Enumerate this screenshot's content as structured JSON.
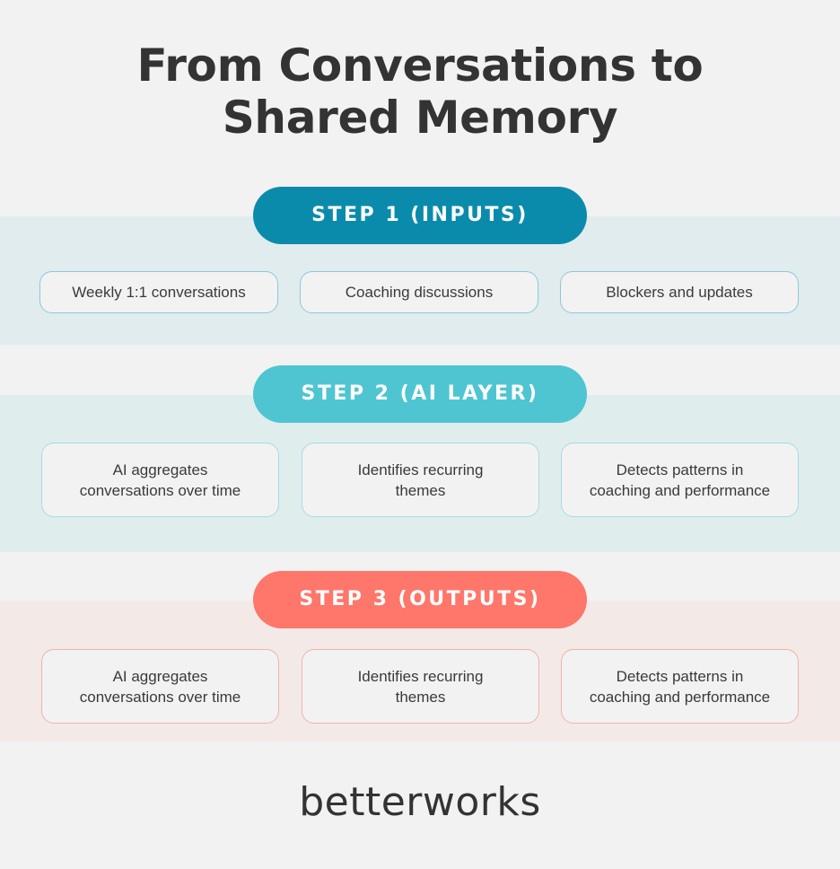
{
  "title": {
    "line1": "From Conversations to",
    "line2": "Shared Memory"
  },
  "colors": {
    "background": "#f2f2f2",
    "step1_pill": "#0b8bab",
    "step1_band": "#e0ecee",
    "step1_border": "#8ec8da",
    "step2_pill": "#50c5d2",
    "step2_band": "#e0eded",
    "step2_border": "#a6dce3",
    "step3_pill": "#ff766a",
    "step3_band": "#f3eae8",
    "step3_border": "#f4b1aa",
    "text": "#333333"
  },
  "steps": [
    {
      "label": "STEP 1 (INPUTS)",
      "items": [
        {
          "line1": "Weekly 1:1 conversations",
          "line2": ""
        },
        {
          "line1": "Coaching discussions",
          "line2": ""
        },
        {
          "line1": "Blockers and updates",
          "line2": ""
        }
      ]
    },
    {
      "label": "STEP 2 (AI LAYER)",
      "items": [
        {
          "line1": "AI aggregates",
          "line2": "conversations over time"
        },
        {
          "line1": "Identifies recurring",
          "line2": "themes"
        },
        {
          "line1": "Detects patterns in",
          "line2": "coaching and performance"
        }
      ]
    },
    {
      "label": "STEP 3 (OUTPUTS)",
      "items": [
        {
          "line1": "AI aggregates",
          "line2": "conversations over time"
        },
        {
          "line1": "Identifies recurring",
          "line2": "themes"
        },
        {
          "line1": "Detects patterns in",
          "line2": "coaching and performance"
        }
      ]
    }
  ],
  "logo": {
    "text": "betterworks"
  }
}
